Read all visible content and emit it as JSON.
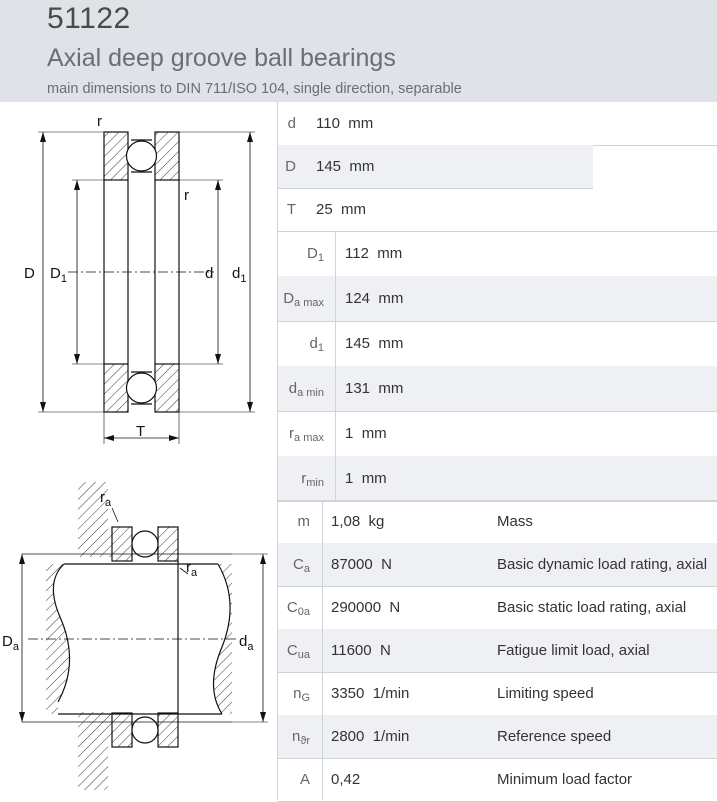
{
  "header": {
    "designation": "51122",
    "title": "Axial deep groove ball bearings",
    "subtitle": "main dimensions to DIN 711/ISO 104, single direction, separable"
  },
  "drawing_labels": {
    "top": {
      "r1": "r",
      "r2": "r",
      "D": "D",
      "D1_main": "D",
      "D1_sub": "1",
      "d": "d",
      "d1_main": "d",
      "d1_sub": "1",
      "T": "T"
    },
    "bottom": {
      "ra1_main": "r",
      "ra1_sub": "a",
      "ra2_main": "r",
      "ra2_sub": "a",
      "Da_main": "D",
      "Da_sub": "a",
      "da_main": "d",
      "da_sub": "a"
    }
  },
  "main_dimensions": [
    {
      "sym": "d",
      "sub": "",
      "value": "110",
      "unit": "mm"
    },
    {
      "sym": "D",
      "sub": "",
      "value": "145",
      "unit": "mm"
    },
    {
      "sym": "T",
      "sub": "",
      "value": "25",
      "unit": "mm"
    }
  ],
  "mounting_dimensions": [
    {
      "sym": "D",
      "sub": "1",
      "value": "112",
      "unit": "mm"
    },
    {
      "sym": "D",
      "sub": "a max",
      "value": "124",
      "unit": "mm"
    },
    {
      "sym": "d",
      "sub": "1",
      "value": "145",
      "unit": "mm"
    },
    {
      "sym": "d",
      "sub": "a min",
      "value": "131",
      "unit": "mm"
    },
    {
      "sym": "r",
      "sub": "a max",
      "value": "1",
      "unit": "mm"
    },
    {
      "sym": "r",
      "sub": "min",
      "value": "1",
      "unit": "mm"
    }
  ],
  "properties": [
    {
      "sym": "m",
      "sub": "",
      "value": "1,08",
      "unit": "kg",
      "desc": "Mass"
    },
    {
      "sym": "C",
      "sub": "a",
      "value": "87000",
      "unit": "N",
      "desc": "Basic dynamic load rating, axial"
    },
    {
      "sym": "C",
      "sub": "0a",
      "value": "290000",
      "unit": "N",
      "desc": "Basic static load rating, axial"
    },
    {
      "sym": "C",
      "sub": "ua",
      "value": "11600",
      "unit": "N",
      "desc": "Fatigue limit load, axial"
    },
    {
      "sym": "n",
      "sub": "G",
      "value": "3350",
      "unit": "1/min",
      "desc": "Limiting speed"
    },
    {
      "sym": "n",
      "sub": "ϑr",
      "value": "2800",
      "unit": "1/min",
      "desc": "Reference speed"
    },
    {
      "sym": "A",
      "sub": "",
      "value": "0,42",
      "unit": "",
      "desc": "Minimum load factor"
    }
  ]
}
